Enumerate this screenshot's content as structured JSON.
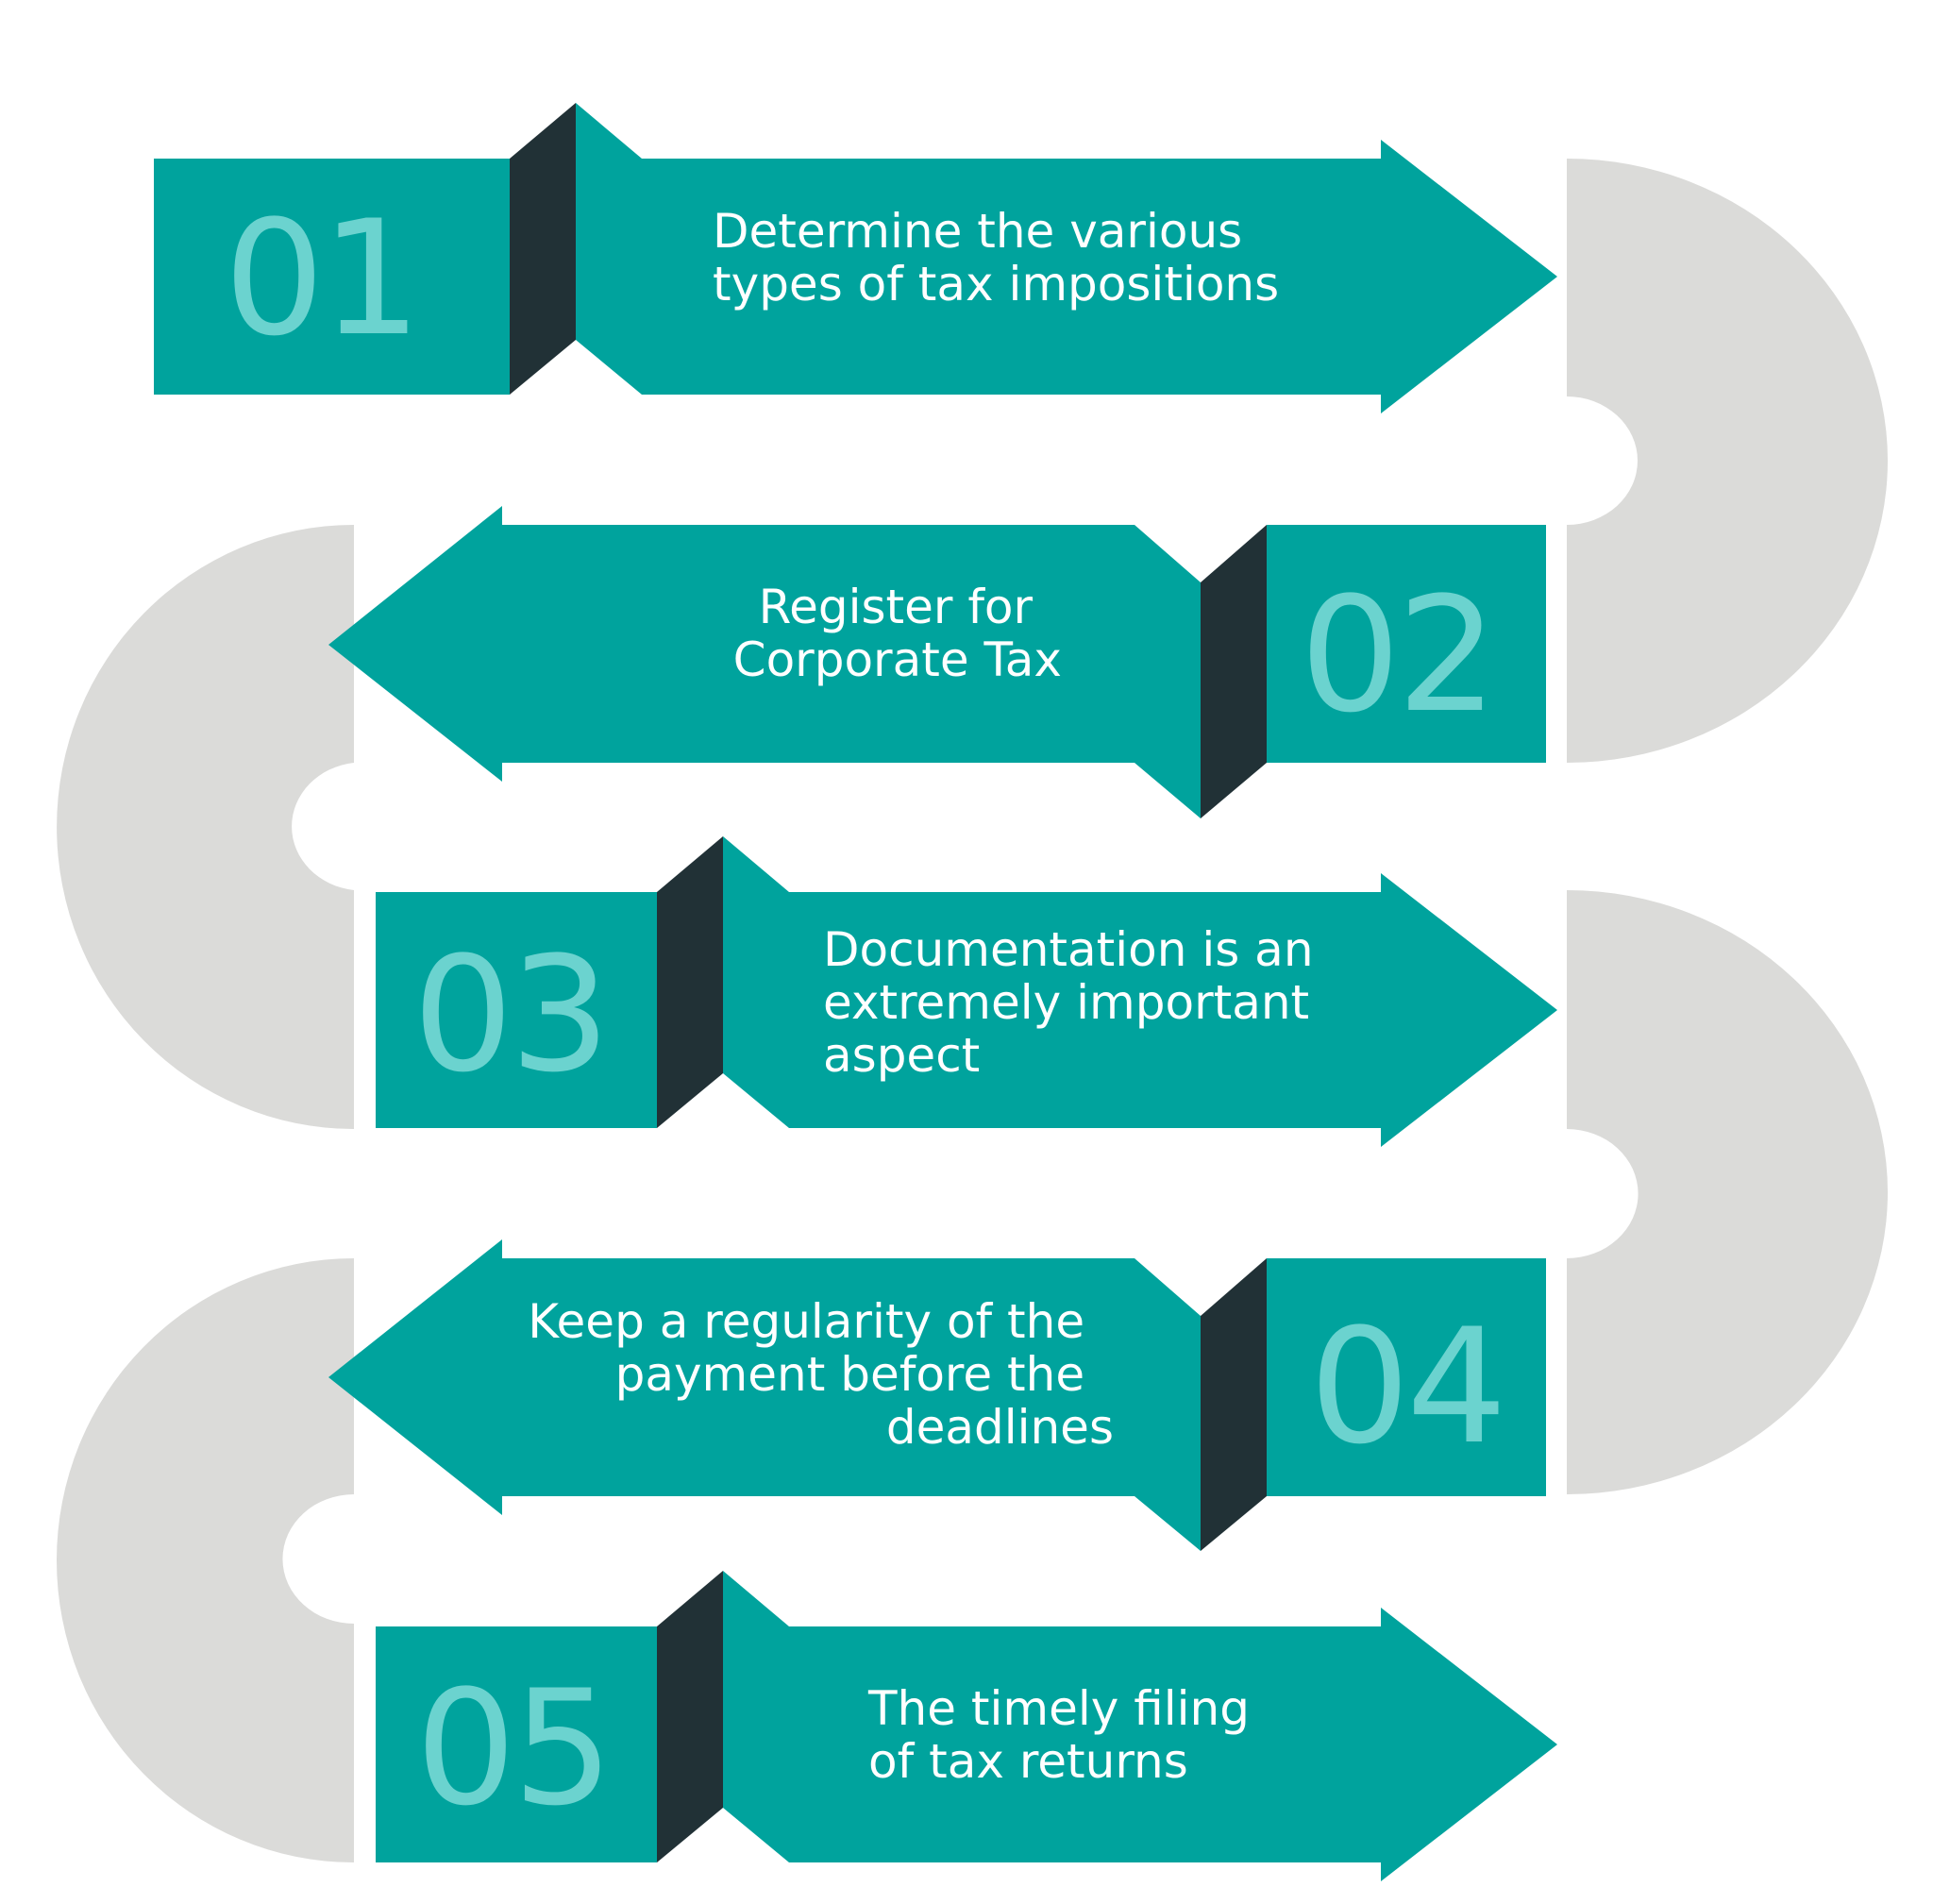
{
  "colors": {
    "teal": "#00A39D",
    "number": "#6BD3CF",
    "fold": "#213136",
    "path": "#DBDBD9",
    "text": "#FFFFFF"
  },
  "steps": [
    {
      "number": "01",
      "lines": [
        "Determine the various",
        "types of tax impositions"
      ]
    },
    {
      "number": "02",
      "lines": [
        "Register for",
        "Corporate Tax"
      ]
    },
    {
      "number": "03",
      "lines": [
        "Documentation is an",
        "extremely important",
        "aspect"
      ]
    },
    {
      "number": "04",
      "lines": [
        "Keep a regularity of the",
        "payment before the",
        "deadlines"
      ]
    },
    {
      "number": "05",
      "lines": [
        "The timely filing",
        "of tax returns"
      ]
    }
  ]
}
